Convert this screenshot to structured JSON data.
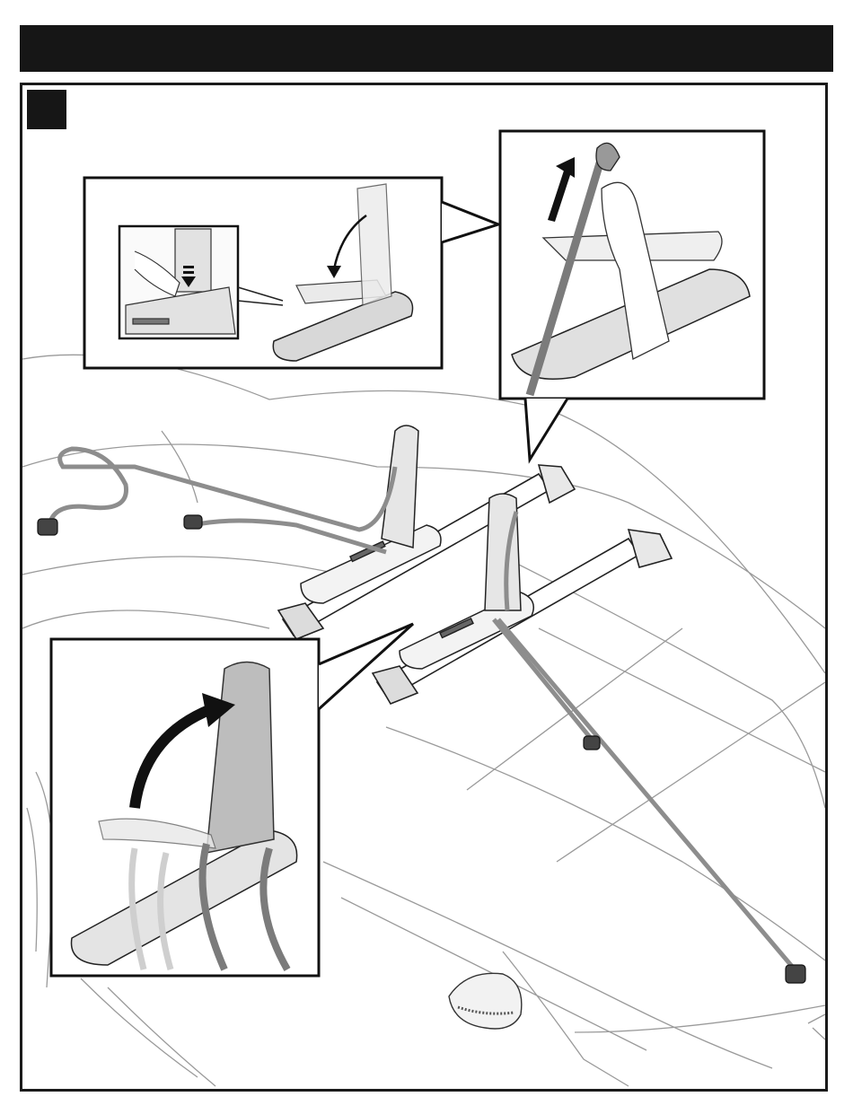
{
  "page": {
    "header_bar_color": "#161616",
    "frame_color": "#1a1a1a",
    "strap_color": "#8d8d8d",
    "header_text": "",
    "step_number": ""
  },
  "illustration": {
    "scene": "car-roof-crossbars-kayak-carrier",
    "callouts": [
      {
        "id": "callout-release-button",
        "icon": "press-down-arrow-icon"
      },
      {
        "id": "callout-pull-strap",
        "icon": "pull-up-arrow-icon"
      },
      {
        "id": "callout-fold-up-saddle",
        "icon": "curved-arrow-icon"
      }
    ]
  }
}
